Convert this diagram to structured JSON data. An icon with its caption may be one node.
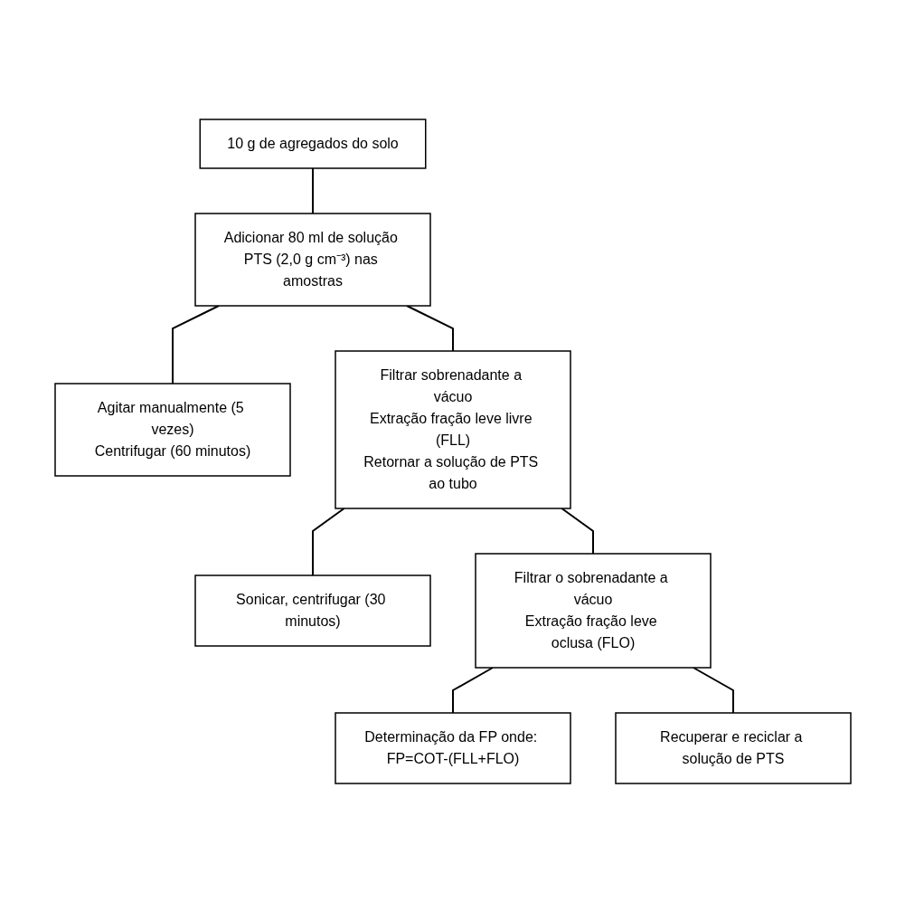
{
  "diagram": {
    "nodes": [
      {
        "text": [
          "10 g de agregados do solo"
        ]
      },
      {
        "text": [
          "Adicionar 80 ml de solução PTS (2,0 g cm⁻³) nas amostras"
        ]
      },
      {
        "text": [
          "Agitar manualmente (5 vezes)",
          "Centrifugar (60 minutos)"
        ]
      },
      {
        "text": [
          "Filtrar sobrenadante a vácuo",
          "Extração fração leve livre (FLL)",
          "Retornar a solução de PTS ao tubo"
        ]
      },
      {
        "text": [
          "Sonicar, centrifugar (30 minutos)"
        ]
      },
      {
        "text": [
          "Filtrar o sobrenadante a vácuo",
          "Extração fração leve oclusa (FLO)"
        ]
      },
      {
        "text": [
          "Determinação da FP onde: FP=COT-(FLL+FLO)"
        ]
      },
      {
        "text": [
          "Recuperar e reciclar a solução de PTS"
        ]
      }
    ],
    "edges": [
      {
        "from": 0,
        "to": 1,
        "arrow": "none"
      },
      {
        "from": 1,
        "to": 2,
        "arrow": "none"
      },
      {
        "from": 1,
        "to": 3,
        "arrow": "none"
      },
      {
        "from": 3,
        "to": 4,
        "arrow": "none"
      },
      {
        "from": 3,
        "to": 5,
        "arrow": "none"
      },
      {
        "from": 5,
        "to": 6,
        "arrow": "none"
      },
      {
        "from": 5,
        "to": 7,
        "arrow": "none"
      }
    ]
  }
}
